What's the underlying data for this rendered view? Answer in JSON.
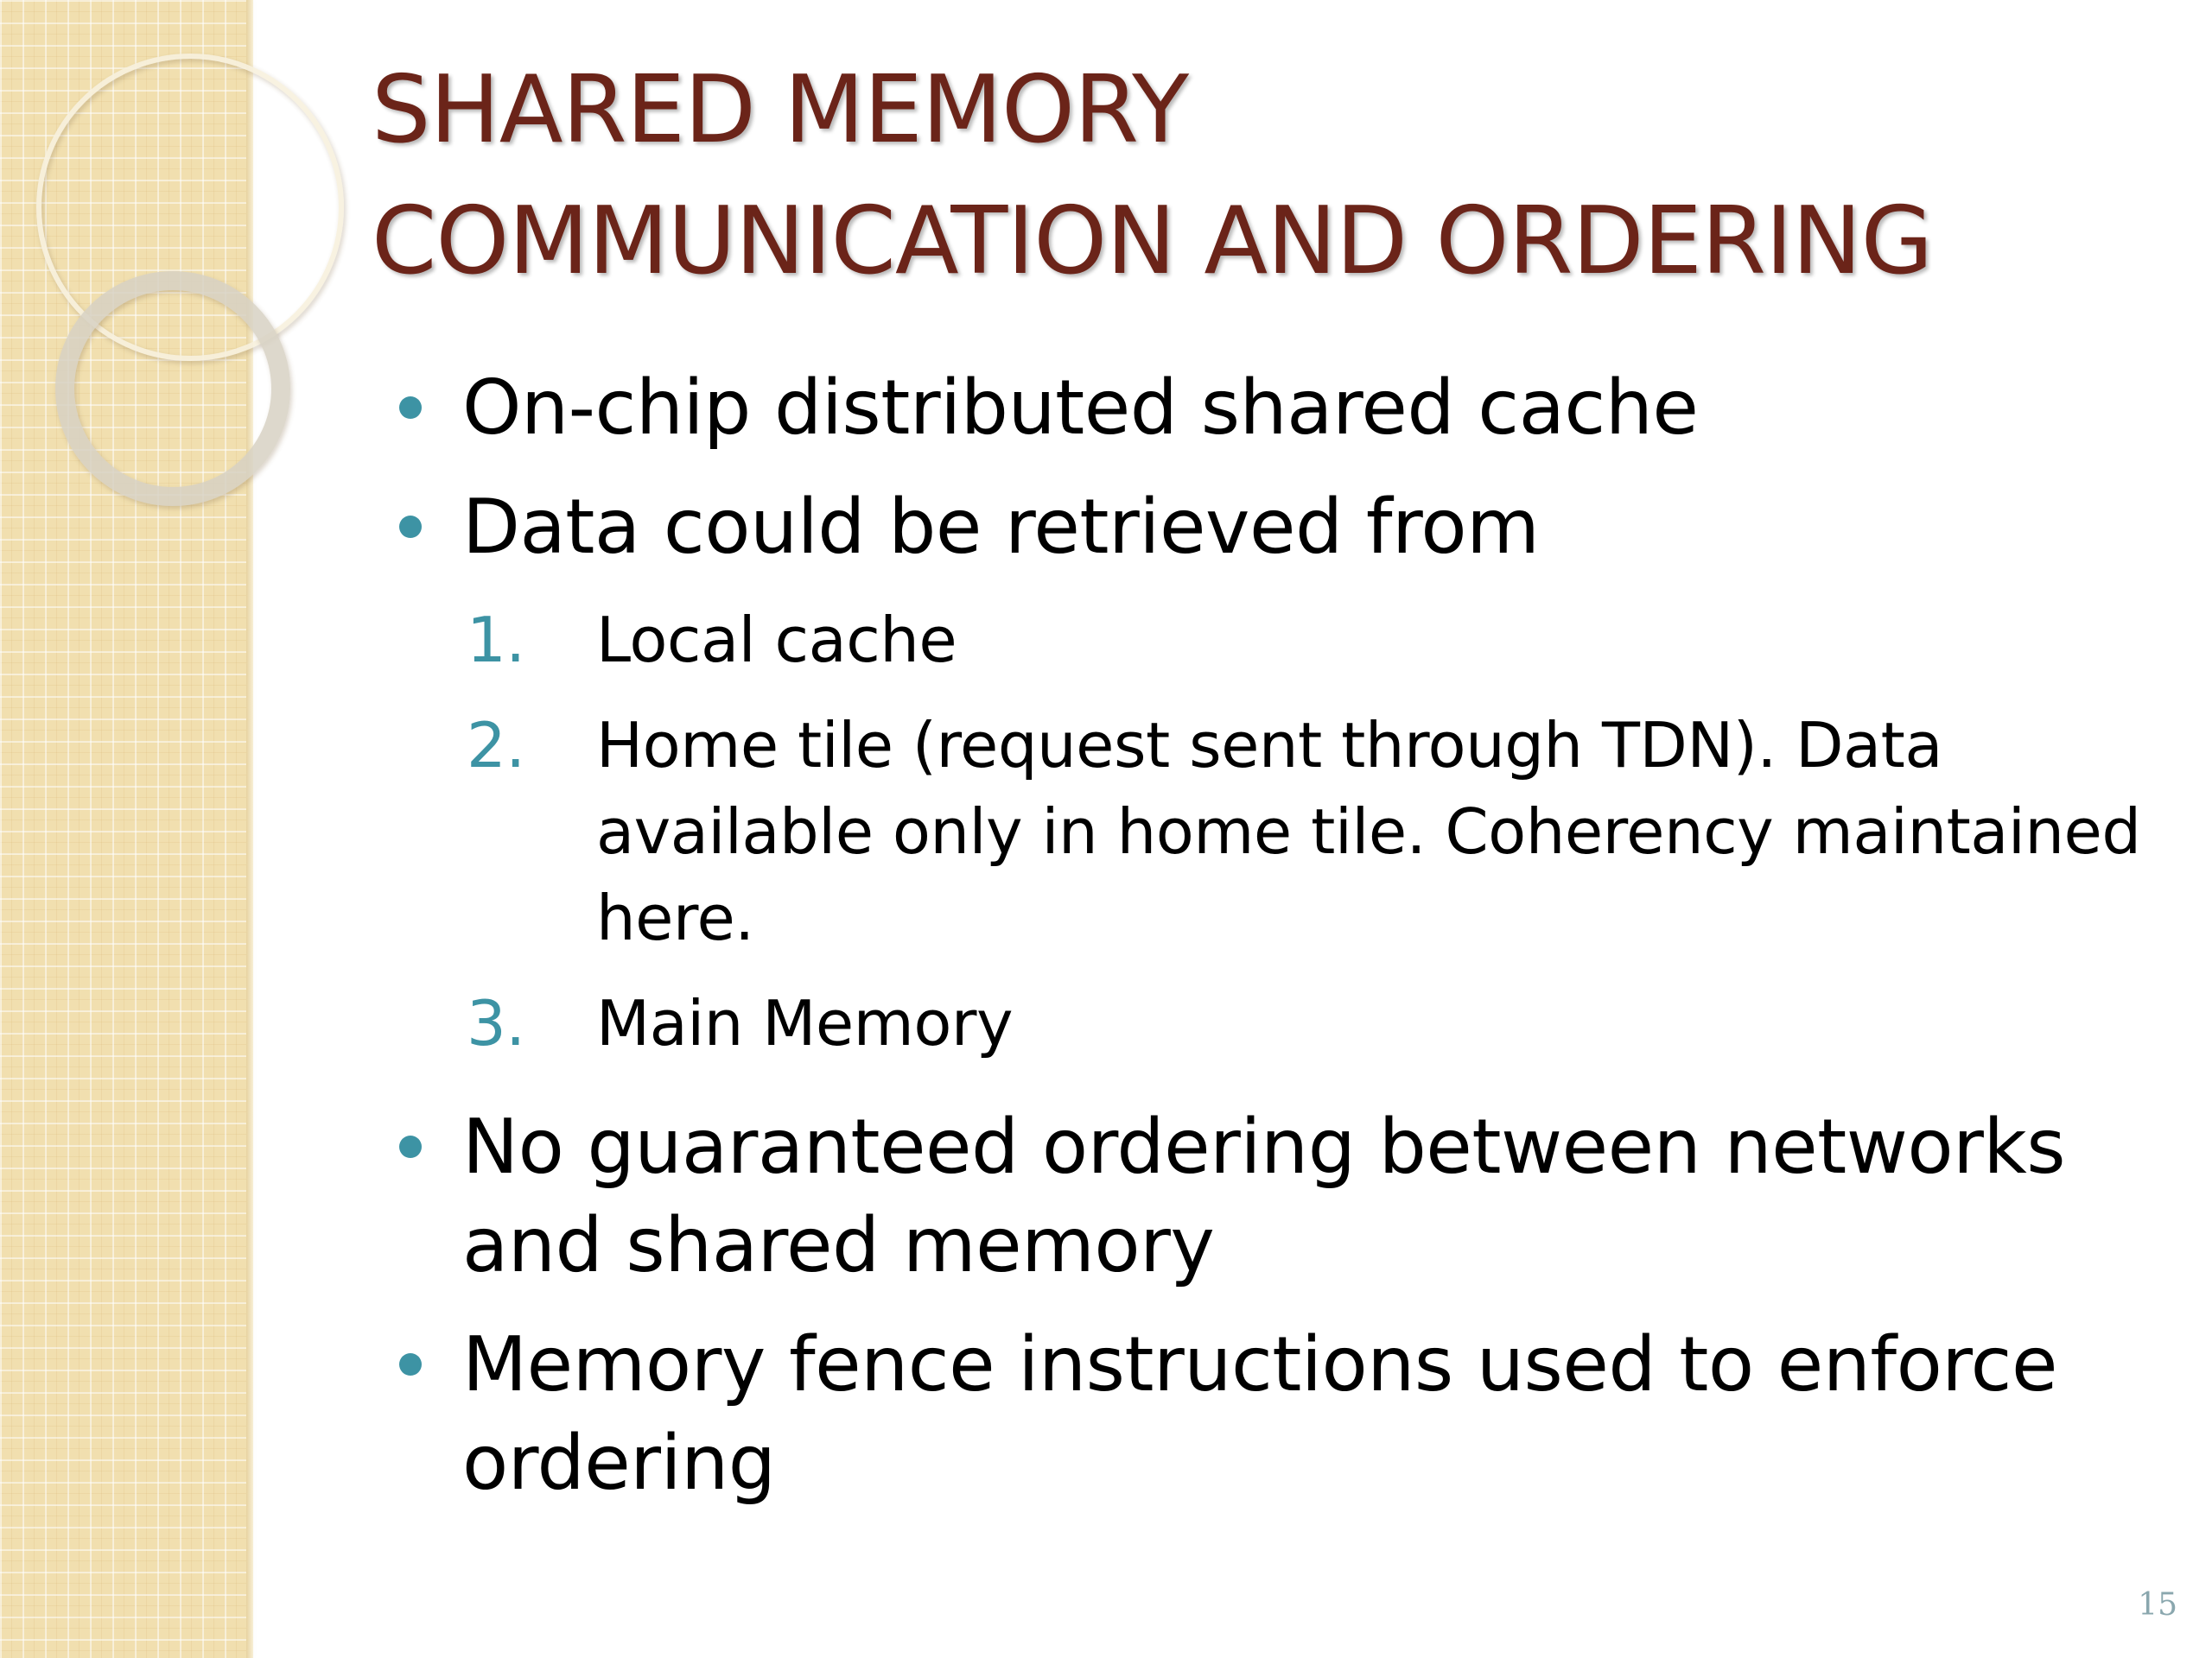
{
  "slide": {
    "title_lines": [
      "SHARED MEMORY",
      "COMMUNICATION AND ORDERING"
    ],
    "bullets": [
      {
        "text": "On-chip distributed shared cache"
      },
      {
        "text": "Data could be retrieved from",
        "subitems": [
          {
            "number": "1.",
            "text": "Local cache"
          },
          {
            "number": "2.",
            "text": "Home tile (request sent through TDN).  Data available only in home tile. Coherency maintained here."
          },
          {
            "number": "3.",
            "text": "Main Memory"
          }
        ]
      },
      {
        "text": "No guaranteed ordering between networks and shared memory"
      },
      {
        "text": "Memory fence instructions used to enforce ordering"
      }
    ],
    "page_number": "15"
  },
  "colors": {
    "title": "#6b2419",
    "accent": "#3d93a4",
    "panel": "#f1dfaf",
    "body_text": "#000000"
  }
}
